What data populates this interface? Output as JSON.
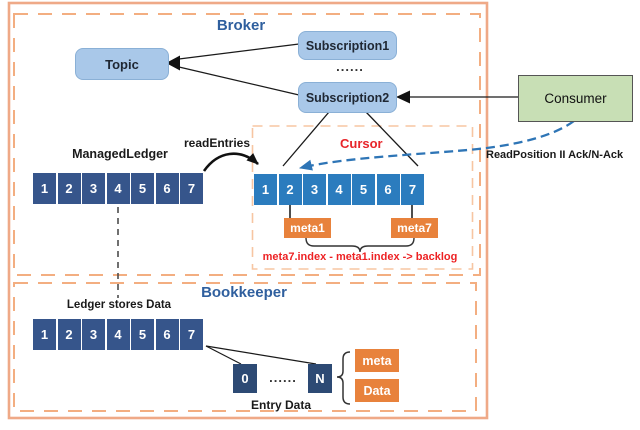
{
  "broker": {
    "title": "Broker",
    "topic_label": "Topic",
    "subscription1_label": "Subscription1",
    "subscription_dots": "......",
    "subscription2_label": "Subscription2"
  },
  "consumer": {
    "label": "Consumer"
  },
  "managed_ledger": {
    "label": "ManagedLedger",
    "cells": [
      "1",
      "2",
      "3",
      "4",
      "5",
      "6",
      "7"
    ]
  },
  "read_entries_label": "readEntries",
  "cursor": {
    "title": "Cursor",
    "cells": [
      "1",
      "2",
      "3",
      "4",
      "5",
      "6",
      "7"
    ],
    "meta1_label": "meta1",
    "meta7_label": "meta7",
    "backlog_formula": "meta7.index - meta1.index -> backlog"
  },
  "read_position_label": "ReadPosition II Ack/N-Ack",
  "bookkeeper": {
    "title": "Bookkeeper",
    "ledger_label": "Ledger stores Data",
    "cells": [
      "1",
      "2",
      "3",
      "4",
      "5",
      "6",
      "7"
    ],
    "entry_first": "0",
    "entry_dots": "......",
    "entry_last": "N",
    "entry_data_label": "Entry Data",
    "meta_label": "meta",
    "data_label": "Data"
  },
  "colors": {
    "outer_border": "#efa987",
    "region_dashed_border": "#f3ae81",
    "cursor_dashed_border": "#f7c5a2",
    "title_blue": "#2f5f9e",
    "cursor_red": "#e8252a",
    "formula_red": "#ed2224",
    "ledger_cell_navy": "#36558b",
    "cursor_cell_blue": "#2b7cbe",
    "entry_cell_navy": "#2d4a74",
    "meta_orange": "#e8823c",
    "node_light_blue": "#a9c8e9",
    "consumer_green": "#c8dfb5",
    "ack_curve_blue": "#2e75b6"
  }
}
